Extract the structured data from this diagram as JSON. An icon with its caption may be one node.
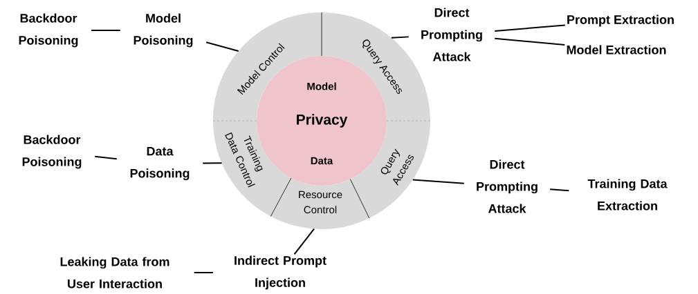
{
  "diagram": {
    "nodes": [
      {
        "text": [
          "Model Control"
        ]
      },
      {
        "text": [
          "Query Access"
        ]
      },
      {
        "text": [
          "Model",
          "Privacy",
          "Data"
        ]
      },
      {
        "text": [
          "Training Data Control"
        ]
      },
      {
        "text": [
          "Query Access"
        ]
      },
      {
        "text": [
          "Resource Control"
        ]
      },
      {
        "text": [
          "Backdoor Poisoning"
        ]
      },
      {
        "text": [
          "Model Poisoning"
        ]
      },
      {
        "text": [
          "Direct Prompting Attack"
        ]
      },
      {
        "text": [
          "Prompt Extraction"
        ]
      },
      {
        "text": [
          "Model Extraction"
        ]
      },
      {
        "text": [
          "Backdoor Poisoning"
        ]
      },
      {
        "text": [
          "Data Poisoning"
        ]
      },
      {
        "text": [
          "Direct Prompting Attack"
        ]
      },
      {
        "text": [
          "Training Data Extraction"
        ]
      },
      {
        "text": [
          "Leaking Data from User Interaction"
        ]
      },
      {
        "text": [
          "Indirect Prompt Injection"
        ]
      }
    ],
    "edges": [
      {
        "from": 6,
        "to": 7,
        "arrow": "none"
      },
      {
        "from": 7,
        "to": 0,
        "arrow": "none"
      },
      {
        "from": 1,
        "to": 8,
        "arrow": "none"
      },
      {
        "from": 8,
        "to": 9,
        "arrow": "none"
      },
      {
        "from": 8,
        "to": 10,
        "arrow": "none"
      },
      {
        "from": 11,
        "to": 12,
        "arrow": "none"
      },
      {
        "from": 12,
        "to": 3,
        "arrow": "none"
      },
      {
        "from": 4,
        "to": 13,
        "arrow": "none"
      },
      {
        "from": 13,
        "to": 14,
        "arrow": "none"
      },
      {
        "from": 5,
        "to": 16,
        "arrow": "none"
      },
      {
        "from": 16,
        "to": 15,
        "arrow": "none"
      }
    ]
  }
}
